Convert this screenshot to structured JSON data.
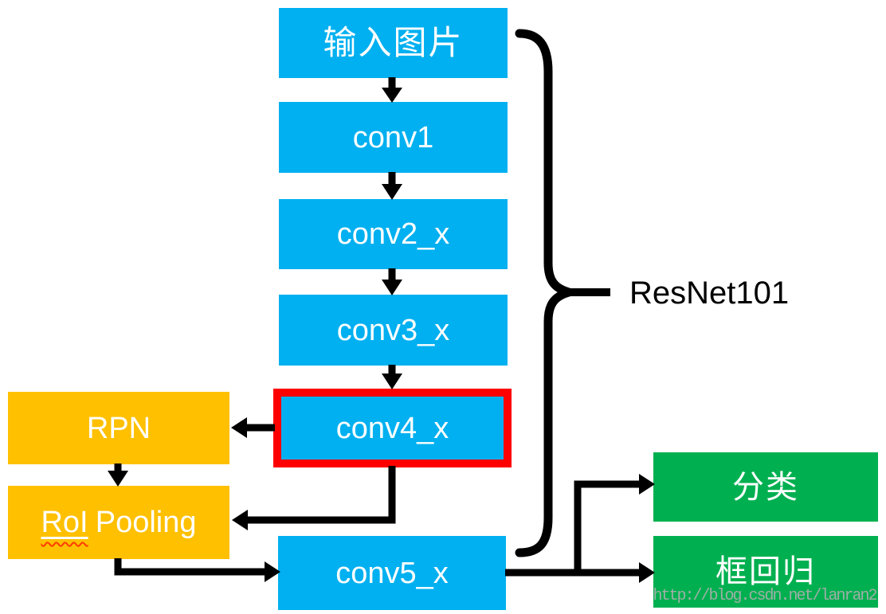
{
  "diagram": {
    "annotation": "ResNet101",
    "watermark": "http://blog.csdn.net/lanran2",
    "nodes": {
      "input": {
        "label": "输入图片"
      },
      "conv1": {
        "label": "conv1"
      },
      "conv2": {
        "label": "conv2_x"
      },
      "conv3": {
        "label": "conv3_x"
      },
      "conv4": {
        "label": "conv4_x"
      },
      "conv5": {
        "label": "conv5_x"
      },
      "rpn": {
        "label": "RPN"
      },
      "roi_pooling": {
        "label_underlined": "RoI",
        "label_rest": "Pooling"
      },
      "classification": {
        "label": "分类"
      },
      "bbox_regression": {
        "label": "框回归"
      }
    },
    "colors": {
      "conv_block": "#00B0F0",
      "side_block": "#FFC000",
      "output_block": "#00B050",
      "highlight_border": "#FF0000",
      "connector": "#000000",
      "node_text": "#FFFFFF",
      "annotation_text": "#000000",
      "watermark_text": "#AFAFAF"
    }
  }
}
